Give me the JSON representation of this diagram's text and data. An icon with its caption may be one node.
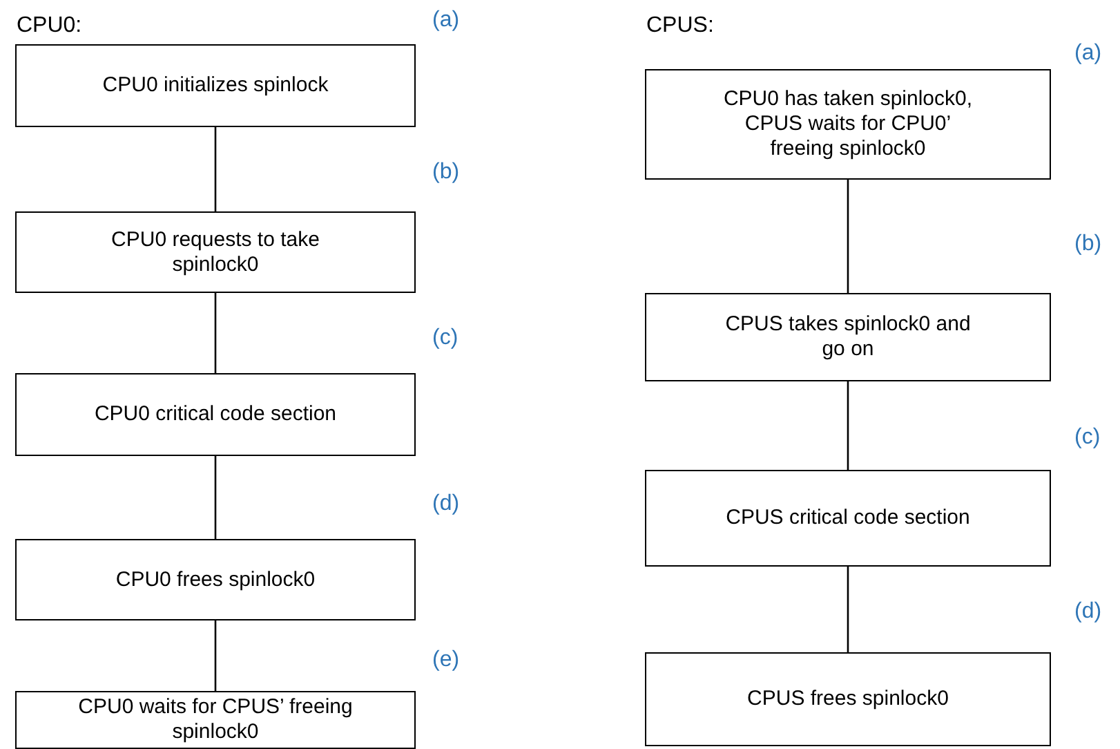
{
  "diagram": {
    "nodes": [
      {
        "text": [
          "CPU0 initializes spinlock"
        ]
      },
      {
        "text": [
          "CPU0 requests to take spinlock0"
        ]
      },
      {
        "text": [
          "CPU0 critical code section"
        ]
      },
      {
        "text": [
          "CPU0 frees spinlock0"
        ]
      },
      {
        "text": [
          "CPU0 waits for CPUS’ freeing spinlock0"
        ]
      },
      {
        "text": [
          "CPU0 has taken spinlock0, CPUS waits for CPU0’ freeing spinlock0"
        ]
      },
      {
        "text": [
          "CPUS takes spinlock0 and go on"
        ]
      },
      {
        "text": [
          "CPUS critical code section"
        ]
      },
      {
        "text": [
          "CPUS frees spinlock0"
        ]
      }
    ],
    "edges": [
      {
        "from": 0,
        "to": 1,
        "arrow": "none"
      },
      {
        "from": 1,
        "to": 2,
        "arrow": "none"
      },
      {
        "from": 2,
        "to": 3,
        "arrow": "none"
      },
      {
        "from": 3,
        "to": 4,
        "arrow": "none"
      },
      {
        "from": 5,
        "to": 6,
        "arrow": "none"
      },
      {
        "from": 6,
        "to": 7,
        "arrow": "none"
      },
      {
        "from": 7,
        "to": 8,
        "arrow": "none"
      }
    ],
    "labels": [
      "CPU0:",
      "CPUS:",
      "(a)",
      "(a)",
      "(b)",
      "(b)",
      "(c)",
      "(c)",
      "(d)",
      "(d)",
      "(e)"
    ]
  }
}
